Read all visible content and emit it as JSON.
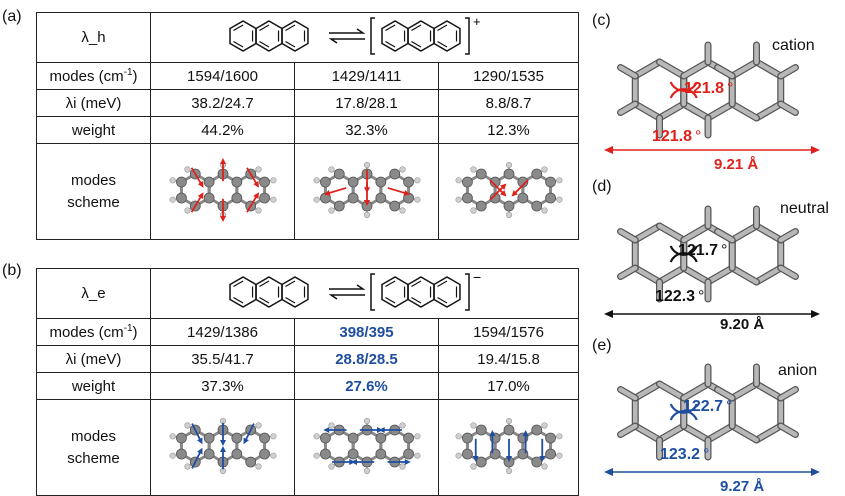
{
  "panels": {
    "a": "(a)",
    "b": "(b)",
    "c": "(c)",
    "d": "(d)",
    "e": "(e)"
  },
  "tables": [
    {
      "header": "λ_h",
      "charge": "+",
      "rows": [
        {
          "label": "modes (cm",
          "sup": "-1",
          "close": ")",
          "cells": [
            "1594/1600",
            "1429/1411",
            "1290/1535"
          ]
        },
        {
          "label": "λi (meV)",
          "cells": [
            "38.2/24.7",
            "17.8/28.1",
            "8.8/8.7"
          ]
        },
        {
          "label": "weight",
          "cells": [
            "44.2%",
            "32.3%",
            "12.3%"
          ]
        }
      ],
      "scheme_label": [
        "modes",
        "scheme"
      ],
      "arrow_color": "#e0201b"
    },
    {
      "header": "λ_e",
      "charge": "−",
      "rows": [
        {
          "label": "modes (cm",
          "sup": "-1",
          "close": ")",
          "cells": [
            "1429/1386",
            "398/395",
            "1594/1576"
          ]
        },
        {
          "label": "λi (meV)",
          "cells": [
            "35.5/41.7",
            "28.8/28.5",
            "19.4/15.8"
          ]
        },
        {
          "label": "weight",
          "cells": [
            "37.3%",
            "27.6%",
            "17.0%"
          ]
        }
      ],
      "scheme_label": [
        "modes",
        "scheme"
      ],
      "arrow_color": "#1f4ea1"
    }
  ],
  "structures": [
    {
      "state": "cation",
      "angle_top": "121.8",
      "angle_bottom": "121.8",
      "deg": "°",
      "length": "9.21 Å",
      "color": "#e0201b"
    },
    {
      "state": "neutral",
      "angle_top": "121.7",
      "angle_bottom": "122.3",
      "deg": "°",
      "length": "9.20 Å",
      "color": "#111111"
    },
    {
      "state": "anion",
      "angle_top": "122.7",
      "angle_bottom": "123.2",
      "deg": "°",
      "length": "9.27 Å",
      "color": "#1f4ea1"
    }
  ]
}
